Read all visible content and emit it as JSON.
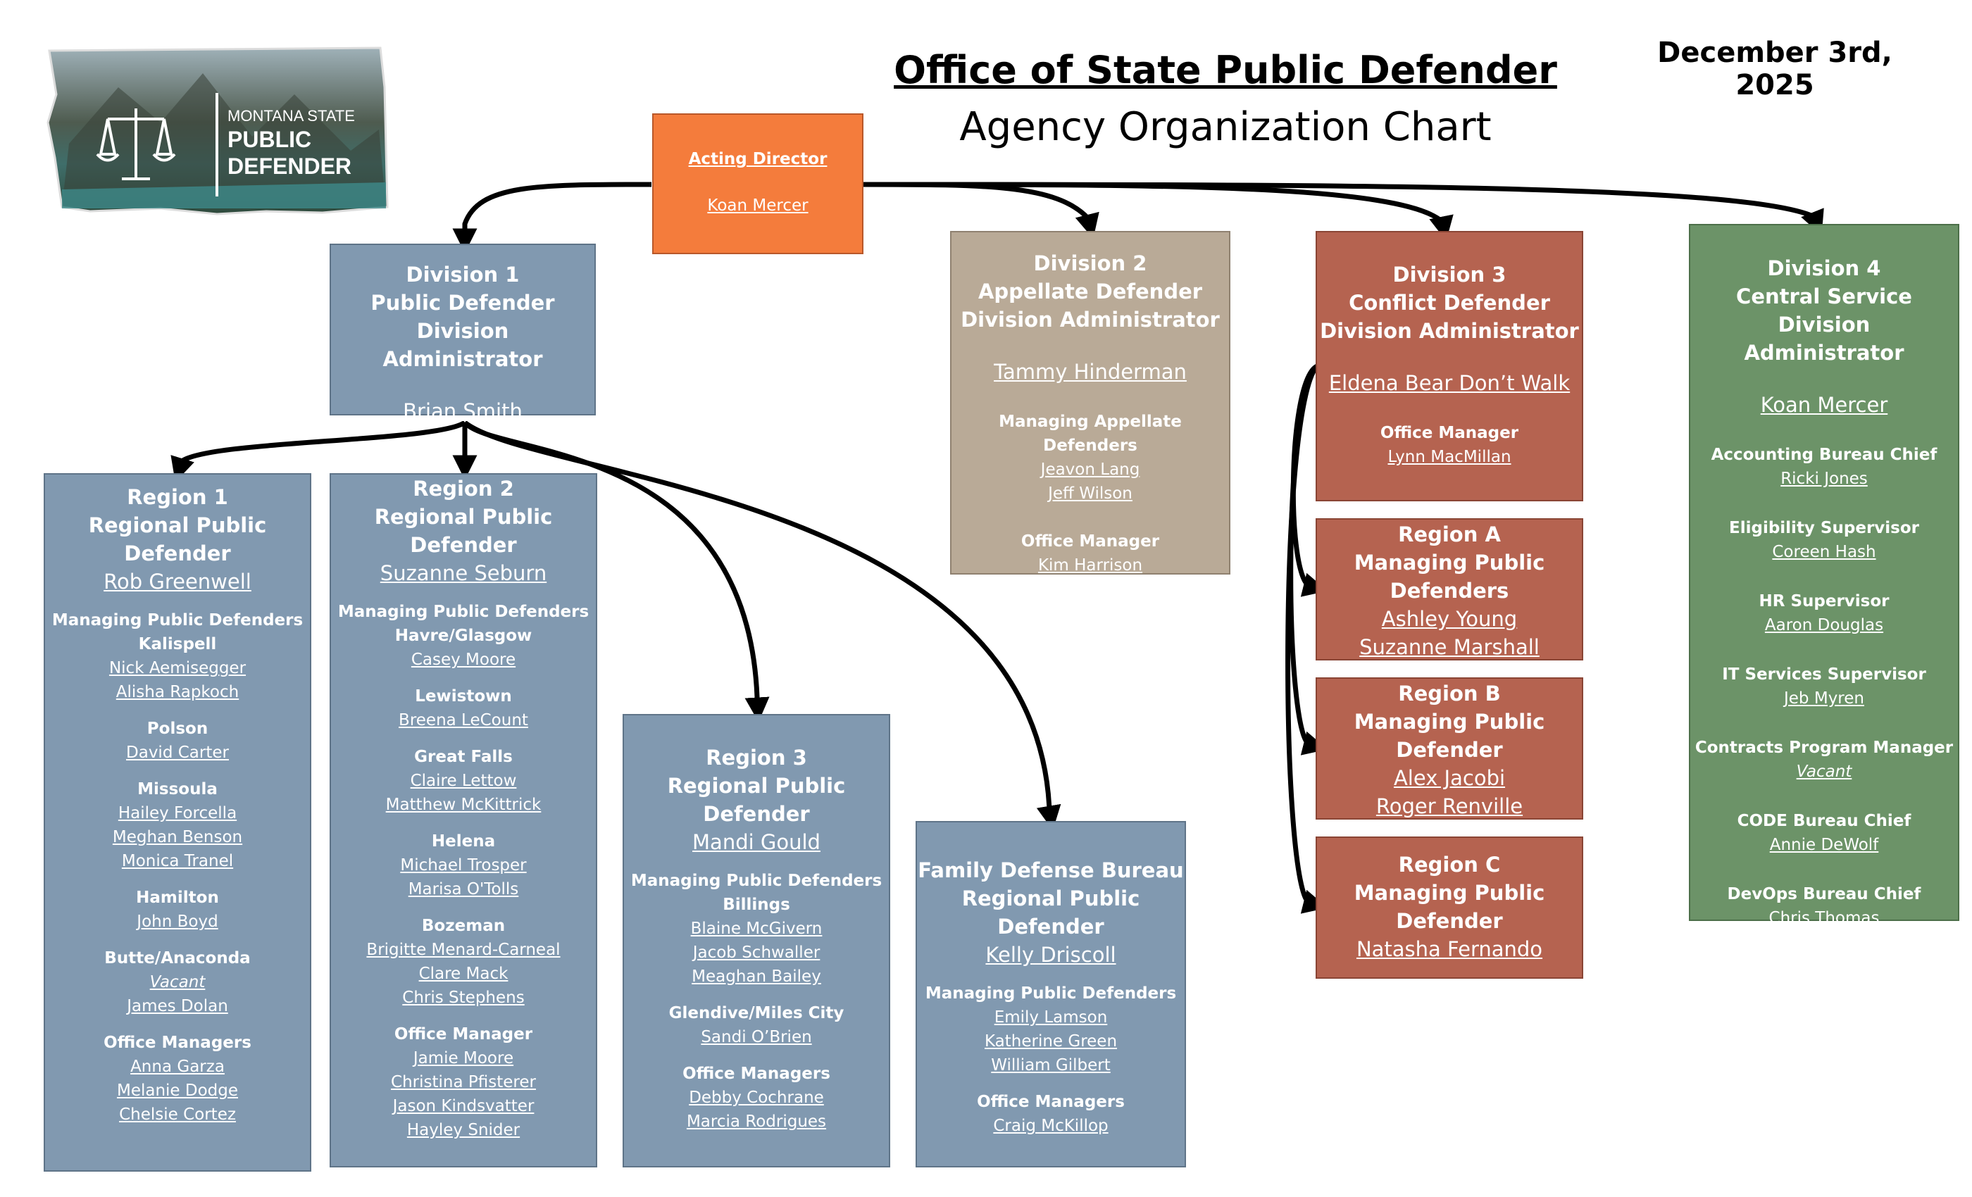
{
  "header": {
    "title": "Office of State Public Defender",
    "subtitle": "Agency Organization Chart",
    "date": "December 3rd, 2025"
  },
  "logo": {
    "line1": "MONTANA STATE",
    "line2": "PUBLIC",
    "line3": "DEFENDER"
  },
  "director": {
    "title": "Acting Director",
    "name": "Koan Mercer"
  },
  "division1": {
    "title": [
      "Division 1",
      "Public Defender Division",
      "Administrator"
    ],
    "name": "Brian Smith"
  },
  "division2": {
    "title": [
      "Division 2",
      "Appellate Defender",
      "Division Administrator"
    ],
    "name": "Tammy Hinderman",
    "sections": [
      {
        "label": "Managing Appellate Defenders",
        "people": [
          "Jeavon Lang",
          "Jeff Wilson"
        ]
      },
      {
        "label": "Office Manager",
        "people": [
          "Kim Harrison"
        ]
      }
    ]
  },
  "division3": {
    "title": [
      "Division 3",
      "Conflict Defender",
      "Division Administrator"
    ],
    "name": "Eldena Bear Don’t Walk",
    "office_label": "Office Manager",
    "office_person": "Lynn MacMillan"
  },
  "division4": {
    "title": [
      "Division 4",
      "Central Service Division",
      "Administrator"
    ],
    "name": "Koan Mercer",
    "roles": [
      {
        "label": "Accounting Bureau Chief",
        "person": "Ricki Jones"
      },
      {
        "label": "Eligibility Supervisor",
        "person": "Coreen Hash"
      },
      {
        "label": "HR Supervisor",
        "person": "Aaron Douglas"
      },
      {
        "label": "IT Services Supervisor",
        "person": "Jeb Myren"
      },
      {
        "label": "Contracts Program Manager",
        "person": "Vacant"
      },
      {
        "label": "CODE Bureau Chief",
        "person": "Annie DeWolf"
      },
      {
        "label": "DevOps Bureau Chief",
        "person": "Chris Thomas"
      }
    ]
  },
  "region1": {
    "title": [
      "Region 1",
      "Regional Public Defender"
    ],
    "name": "Rob Greenwell",
    "managing_label": "Managing Public Defenders",
    "offices": [
      {
        "city": "Kalispell",
        "people": [
          "Nick Aemisegger",
          "Alisha Rapkoch"
        ]
      },
      {
        "city": "Polson",
        "people": [
          "David Carter"
        ]
      },
      {
        "city": "Missoula",
        "people": [
          "Hailey Forcella",
          "Meghan Benson",
          "Monica Tranel"
        ]
      },
      {
        "city": "Hamilton",
        "people": [
          "John Boyd"
        ]
      },
      {
        "city": "Butte/Anaconda",
        "people": [
          "Vacant",
          "James Dolan"
        ]
      }
    ],
    "office_managers_label": "Office Managers",
    "office_managers": [
      "Anna Garza",
      "Melanie Dodge",
      "Chelsie Cortez"
    ]
  },
  "region2": {
    "title": [
      "Region 2",
      "Regional Public Defender"
    ],
    "name": "Suzanne Seburn",
    "managing_label": "Managing Public Defenders",
    "offices": [
      {
        "city": "Havre/Glasgow",
        "people": [
          "Casey Moore"
        ]
      },
      {
        "city": "Lewistown",
        "people": [
          "Breena LeCount"
        ]
      },
      {
        "city": "Great Falls",
        "people": [
          "Claire Lettow",
          "Matthew McKittrick"
        ]
      },
      {
        "city": "Helena",
        "people": [
          "Michael Trosper",
          "Marisa O'Tolls"
        ]
      },
      {
        "city": "Bozeman",
        "people": [
          "Brigitte Menard-Carneal",
          "Clare Mack",
          "Chris Stephens"
        ]
      }
    ],
    "office_managers_label": "Office Manager",
    "office_managers": [
      "Jamie Moore",
      "Christina Pfisterer",
      "Jason Kindsvatter",
      "Hayley Snider"
    ]
  },
  "region3": {
    "title": [
      "Region 3",
      "Regional Public Defender"
    ],
    "name": "Mandi Gould",
    "managing_label": "Managing Public Defenders",
    "offices": [
      {
        "city": "Billings",
        "people": [
          "Blaine McGivern",
          "Jacob Schwaller",
          "Meaghan Bailey"
        ]
      },
      {
        "city": "Glendive/Miles City",
        "people": [
          "Sandi O’Brien"
        ]
      }
    ],
    "office_managers_label": "Office Managers",
    "office_managers": [
      "Debby Cochrane",
      "Marcia Rodrigues"
    ]
  },
  "family": {
    "title": [
      "Family Defense Bureau",
      "Regional Public Defender"
    ],
    "name": "Kelly Driscoll",
    "managing_label": "Managing Public Defenders",
    "people": [
      "Emily Lamson",
      "Katherine Green",
      "William Gilbert"
    ],
    "office_managers_label": "Office Managers",
    "office_managers": [
      "Craig McKillop"
    ]
  },
  "regionA": {
    "title": [
      "Region A",
      "Managing Public",
      "Defenders"
    ],
    "people": [
      "Ashley Young",
      "Suzanne Marshall"
    ]
  },
  "regionB": {
    "title": [
      "Region B",
      "Managing Public",
      "Defender"
    ],
    "people": [
      "Alex Jacobi",
      "Roger Renville"
    ]
  },
  "regionC": {
    "title": [
      "Region C",
      "Managing Public",
      "Defender"
    ],
    "people": [
      "Natasha Fernando"
    ]
  }
}
